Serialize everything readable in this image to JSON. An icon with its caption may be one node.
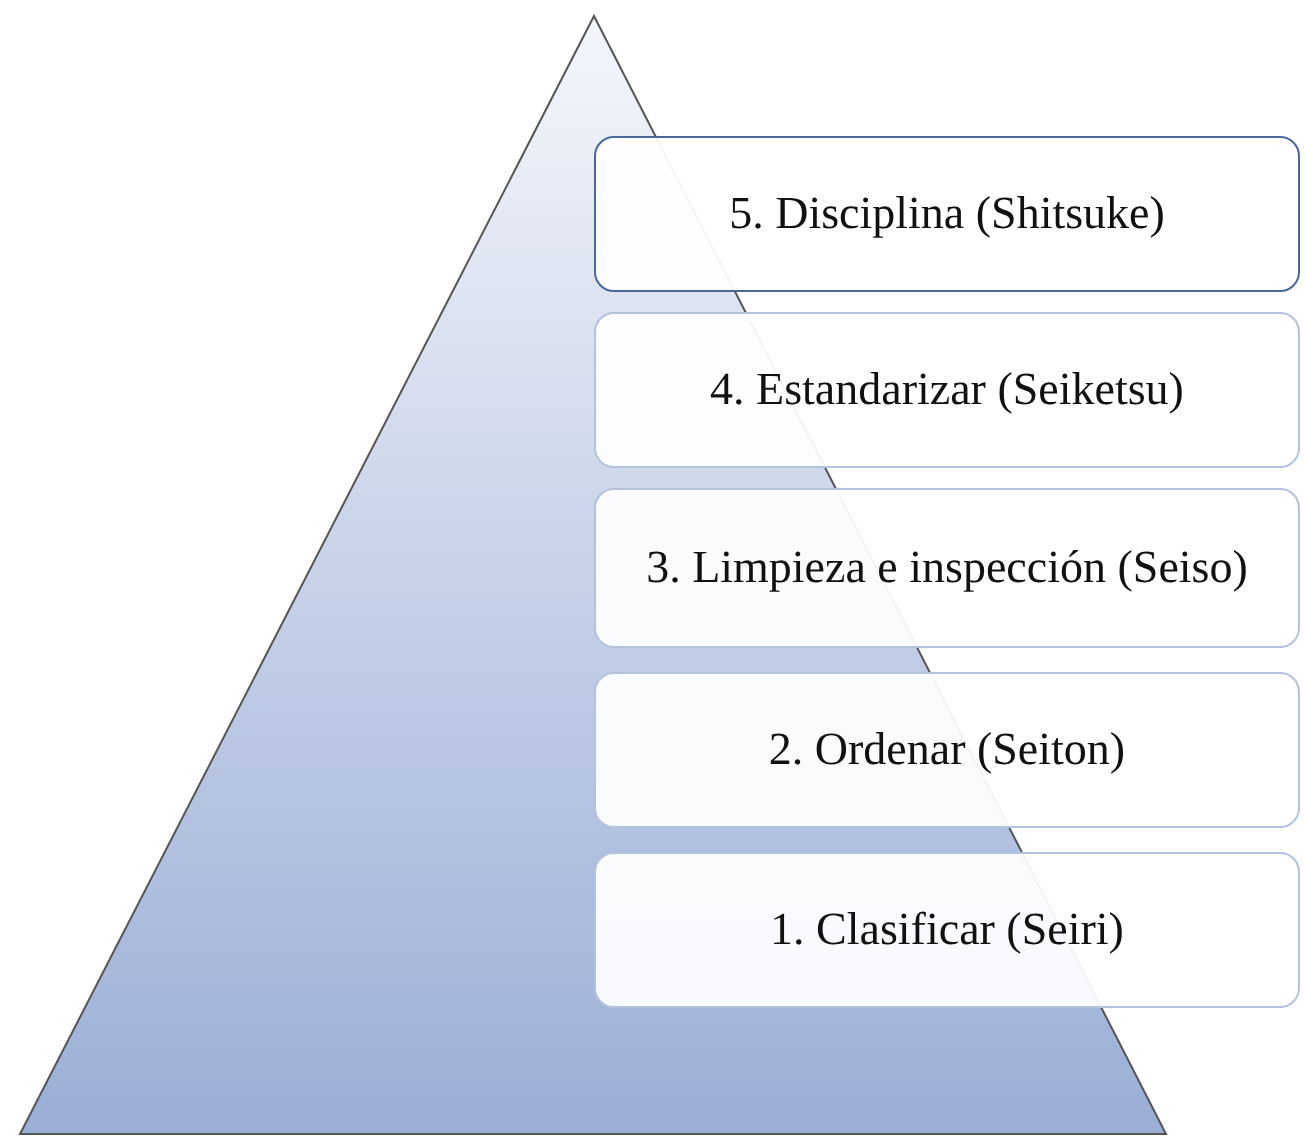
{
  "diagram": {
    "nodes": [
      {
        "text": [
          "5. Disciplina (Shitsuke)"
        ]
      },
      {
        "text": [
          "4. Estandarizar (Seiketsu)"
        ]
      },
      {
        "text": [
          "3. Limpieza e inspección (Seiso)"
        ]
      },
      {
        "text": [
          "2. Ordenar (Seiton)"
        ]
      },
      {
        "text": [
          "1. Clasificar (Seiri)"
        ]
      }
    ]
  }
}
